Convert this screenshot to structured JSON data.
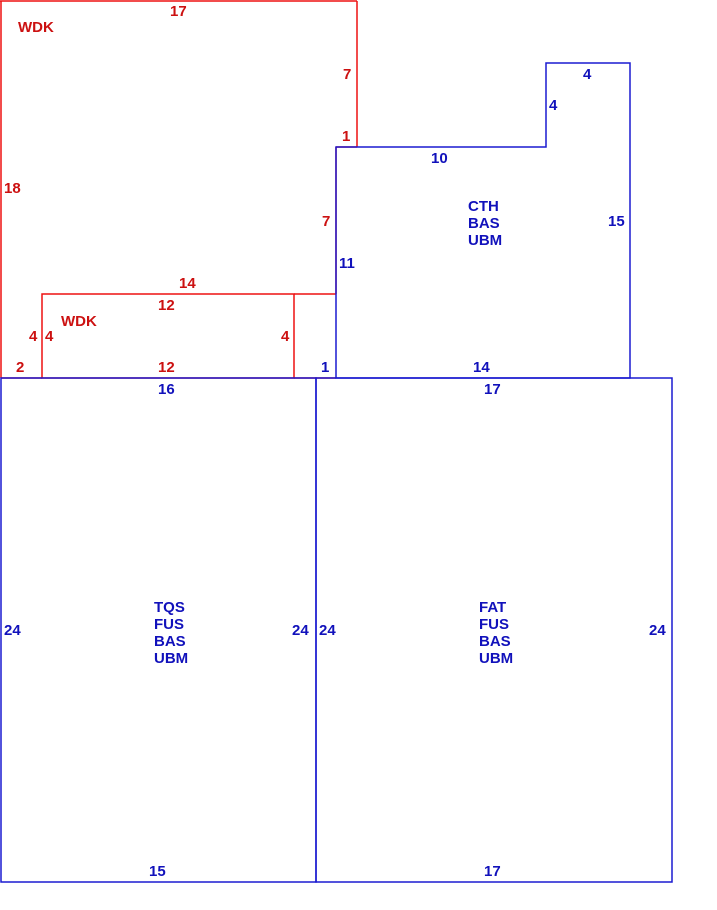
{
  "colors": {
    "wood_deck": "#ee1111",
    "structure": "#1a1ad0",
    "wood_deck_text": "#cc1111",
    "structure_text": "#1111bb"
  },
  "upper_deck": {
    "code": "WDK",
    "top": "17",
    "left": "18",
    "right_upper": "7",
    "right_jog": "1",
    "right_lower": "7",
    "bottom_left": "2",
    "bottom_middle": "14",
    "left_inner": "4"
  },
  "lower_deck": {
    "code": "WDK",
    "top": "12",
    "bottom": "12",
    "left": "4",
    "right": "4"
  },
  "addition": {
    "codes": [
      "CTH",
      "BAS",
      "UBM"
    ],
    "top_left": "10",
    "notch_side": "4",
    "notch_top": "4",
    "right": "15",
    "left": "11",
    "left_jog": "1",
    "bottom": "14"
  },
  "left_main": {
    "codes": [
      "TQS",
      "FUS",
      "BAS",
      "UBM"
    ],
    "top": "16",
    "bottom": "15",
    "left": "24",
    "right": "24"
  },
  "right_main": {
    "codes": [
      "FAT",
      "FUS",
      "BAS",
      "UBM"
    ],
    "top": "17",
    "bottom": "17",
    "left": "24",
    "right": "24"
  }
}
